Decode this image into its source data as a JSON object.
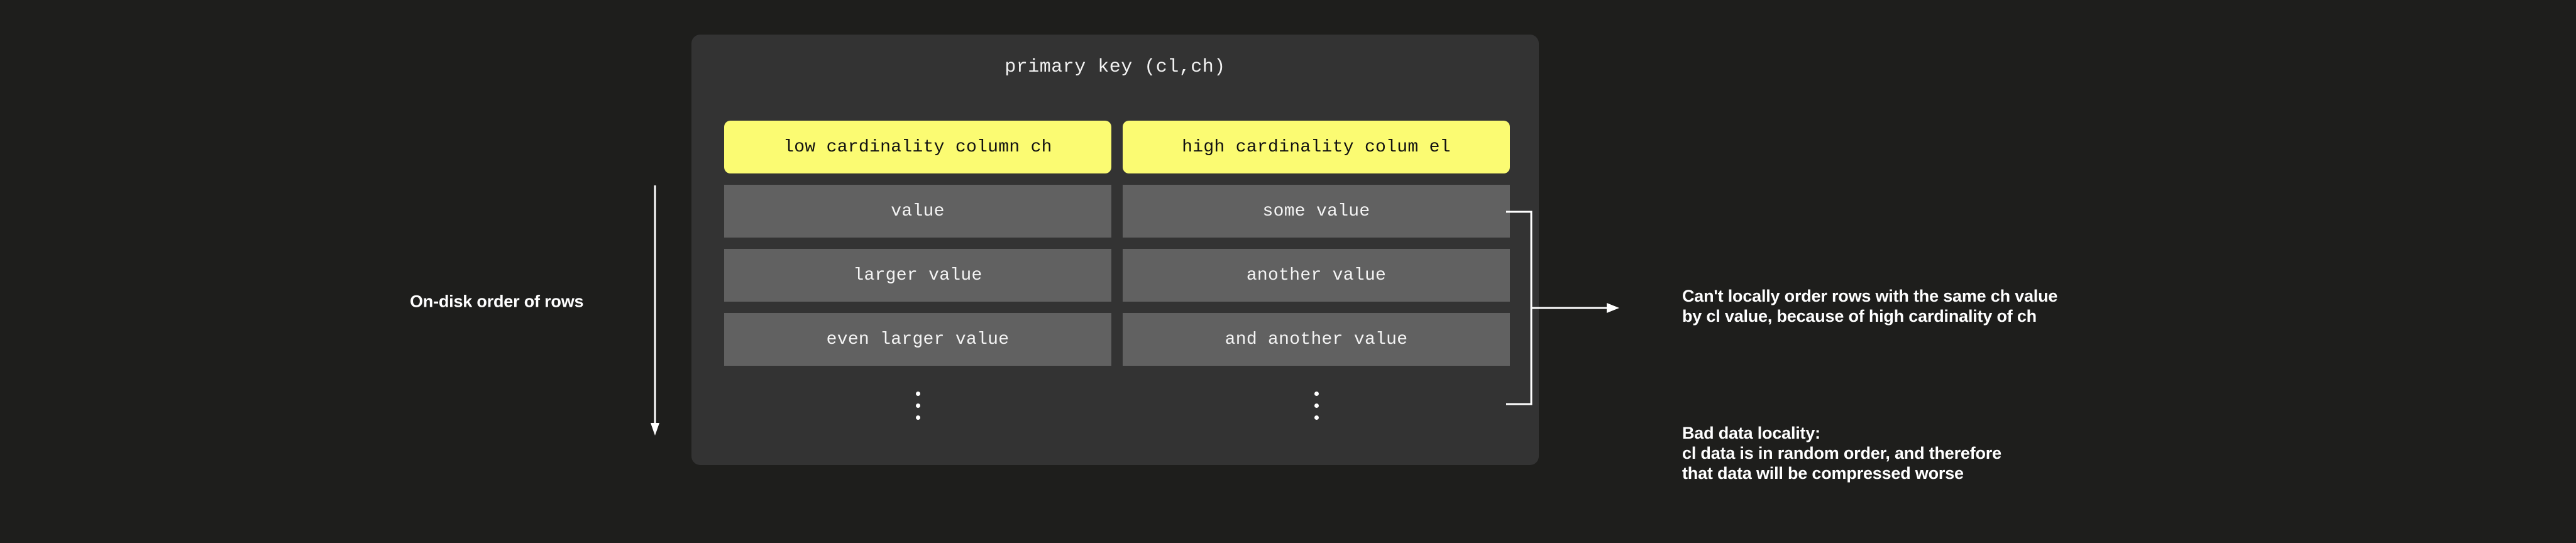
{
  "canvas": {
    "background_color": "#1e1e1c",
    "card_color": "#333333",
    "highlight_color": "#fbfb72",
    "row_color": "#616161",
    "text_color": "#ffffff"
  },
  "left_axis": {
    "label": "On-disk order of rows",
    "arrow_icon": "down-arrow-icon",
    "direction": "down"
  },
  "card": {
    "title": "primary key (cl,ch)",
    "columns": [
      {
        "header": "low cardinality column ch",
        "values": [
          "value",
          "larger value",
          "even larger value"
        ],
        "ellipsis": "vertical-ellipsis"
      },
      {
        "header": "high cardinality colum el",
        "values": [
          "some value",
          "another value",
          "and another value"
        ],
        "ellipsis": "vertical-ellipsis"
      }
    ]
  },
  "connector": {
    "icon": "bracket-arrow-icon",
    "points_to": "note-order"
  },
  "notes": [
    {
      "id": "note-order",
      "text": "Can't locally order rows with the same ch value\nby cl value, because of high cardinality of ch"
    },
    {
      "id": "note-locality",
      "text": "Bad data locality:\ncl data is in random order, and therefore\nthat data will be compressed worse"
    }
  ]
}
